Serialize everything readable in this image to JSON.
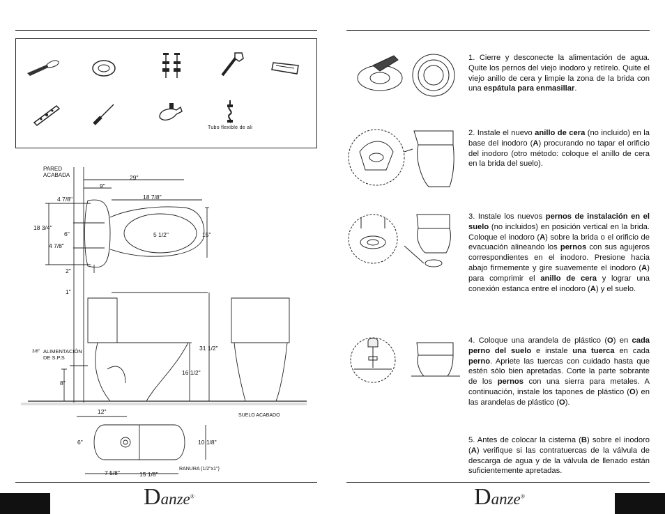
{
  "tools": {
    "caption_flex_tube": "Tubo  flexible  de  ali"
  },
  "diagram": {
    "wall_label": "PARED\nACABADA",
    "floor_label": "SUELO ACABADO",
    "supply_label": "ALIMENTACIÓN\nDE S.P.S",
    "supply_size": "3/8\"",
    "slot_label": "RANURA (1/2\"x1\")",
    "dims": {
      "d29": "29\"",
      "d9": "9\"",
      "d18_78": "18 7/8\"",
      "d4_78_top": "4 7/8\"",
      "d18_34": "18 3/4\"",
      "d6_top": "6\"",
      "d4_78_bot": "4 7/8\"",
      "d5_12": "5 1/2\"",
      "d15": "15\"",
      "d2": "2\"",
      "d1": "1\"",
      "d31_12": "31 1/2\"",
      "d16_12": "16 1/2\"",
      "d8": "8\"",
      "d12": "12\"",
      "d6_bot": "6\"",
      "d10_18": "10 1/8\"",
      "d7_58": "7 5/8\"",
      "d15_18": "15 1/8\""
    }
  },
  "steps": {
    "s1": {
      "p1": "1. Cierre y desconecte la alimentación de agua. Quite los pernos del viejo inodoro y retírelo. Quite el viejo anillo de cera y limpie la zona de la brida con una ",
      "b1": "espátula para enmasillar",
      "p2": "."
    },
    "s2": {
      "p1": "2. Instale el nuevo ",
      "b1": "anillo de cera",
      "p2": " (no incluido) en la base del inodoro (",
      "b2": "A",
      "p3": ") procurando no tapar el orificio del inodoro (otro método: coloque el anillo de cera en la brida del suelo)."
    },
    "s3": {
      "p1": "3. Instale los nuevos ",
      "b1": "pernos de instalación en el suelo",
      "p2": " (no incluidos) en posición vertical en la brida. Coloque el inodoro (",
      "b2": "A",
      "p3": ") sobre la brida o el orificio de evacuación alineando los ",
      "b3": "pernos",
      "p4": " con sus agujeros correspondientes en el inodoro. Presione hacia abajo firmemente y gire suavemente el inodoro (",
      "b4": "A",
      "p5": ") para comprimir el ",
      "b5": "anillo de cera",
      "p6": " y lograr una conexión estanca entre el inodoro (",
      "b6": "A",
      "p7": ") y el suelo."
    },
    "s4": {
      "p1": "4. Coloque una arandela de plástico (",
      "b1": "O",
      "p2": ") en ",
      "b2": "cada perno del suelo",
      "p3": " e instale ",
      "b3": "una tuerca",
      "p4": " en cada ",
      "b4": "perno",
      "p5": ". Apriete las tuercas con cuidado hasta que estén sólo bien apretadas. Corte la parte sobrante de los ",
      "b5": "pernos",
      "p6": " con una sierra para metales. A continuación, instale los tapones de plástico (",
      "b6": "O",
      "p7": ") en las arandelas de plástico (",
      "b7": "O",
      "p8": ")."
    },
    "s5": {
      "p1": "5. Antes de colocar la cisterna (",
      "b1": "B",
      "p2": ") sobre el inodoro (",
      "b2": "A",
      "p3": ") verifique si las contratuercas de la válvula de descarga de agua y de la válvula de llenado están suficientemente apretadas."
    }
  },
  "footer": {
    "logo_initial": "D",
    "logo_rest": "anze",
    "logo_mark": "®"
  }
}
